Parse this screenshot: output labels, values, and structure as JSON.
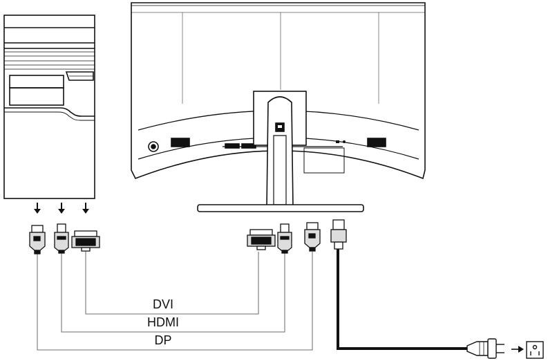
{
  "diagram": {
    "cable_labels": {
      "dvi": "DVI",
      "hdmi": "HDMI",
      "dp": "DP"
    },
    "colors": {
      "line": "#111111",
      "thin_line": "#8a8a8a",
      "connector_fill": "#dddddd",
      "background": "#ffffff"
    },
    "icons": [
      "computer-tower-icon",
      "monitor-back-icon",
      "down-arrow-icon",
      "dp-plug-icon",
      "hdmi-plug-icon",
      "dvi-plug-icon",
      "power-cord-icon",
      "power-plug-icon",
      "wall-outlet-icon"
    ]
  }
}
